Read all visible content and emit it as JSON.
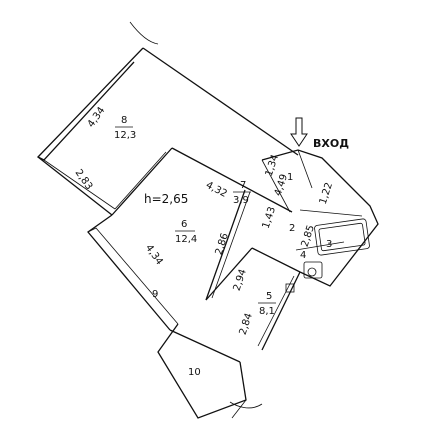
{
  "entrance": {
    "label": "ВХОД"
  },
  "ceiling_height": "h=2,65",
  "rooms": {
    "r1": {
      "number": "1",
      "area": "4,49"
    },
    "r2": {
      "number": "2"
    },
    "r3": {
      "number": "3"
    },
    "r4": {
      "number": "4"
    },
    "r5": {
      "number": "5",
      "area": "8,1"
    },
    "r6": {
      "number": "6",
      "area": "12,4"
    },
    "r7": {
      "number": "7",
      "area": "3,9"
    },
    "r8": {
      "number": "8",
      "area": "12,3"
    },
    "r9": {
      "number": "9"
    },
    "r10": {
      "number": "10"
    }
  },
  "dimensions": {
    "d_434_top": "4,34",
    "d_283": "2,83",
    "d_432": "4,32",
    "d_134": "1,34",
    "d_122": "1,22",
    "d_143": "1,43",
    "d_285": "2,85",
    "d_286": "2,86",
    "d_294": "2,94",
    "d_434_mid": "4,34",
    "d_284": "2,84"
  }
}
